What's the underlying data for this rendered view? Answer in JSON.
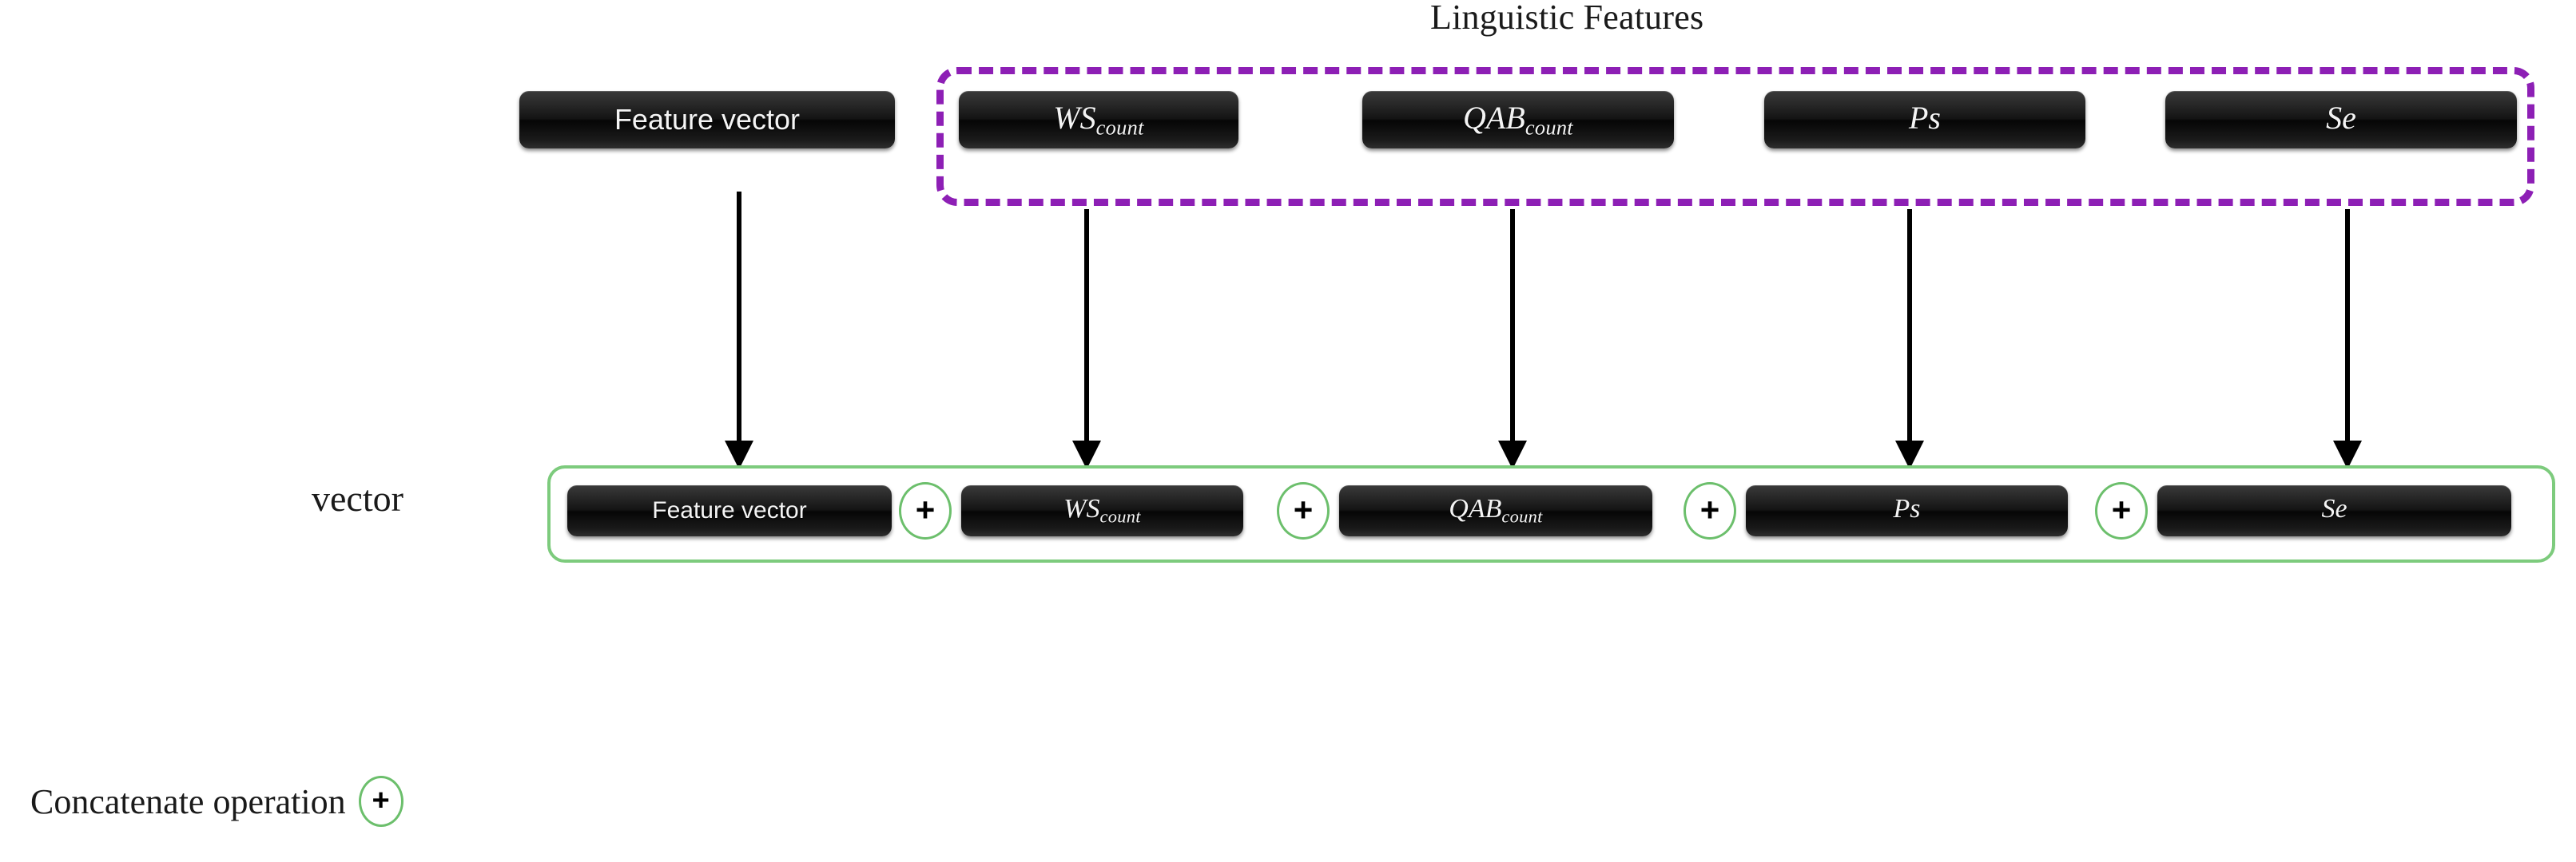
{
  "diagram": {
    "title": "Linguistic Features",
    "row_label": "vector",
    "colors": {
      "group_linguistic_border": "#8d1fb5",
      "group_concat_border": "#7dcb7d",
      "plus_circle_border": "#6cbf6c",
      "box_fill": "#0d0d0d",
      "box_text": "#f4f4f4",
      "text": "#1a1a1a",
      "arrow": "#000000",
      "background": "#ffffff"
    },
    "top_row": {
      "standalone_box": {
        "label": "Feature vector",
        "style": "sans"
      },
      "linguistic_group": {
        "title": "Linguistic Features",
        "boxes": [
          {
            "base": "WS",
            "sub": "count",
            "style": "math"
          },
          {
            "base": "QAB",
            "sub": "count",
            "style": "math"
          },
          {
            "base": "Ps",
            "sub": "",
            "style": "math"
          },
          {
            "base": "Se",
            "sub": "",
            "style": "math"
          }
        ]
      }
    },
    "bottom_row": {
      "label": "vector",
      "operator": "+",
      "boxes": [
        {
          "base": "Feature vector",
          "sub": "",
          "style": "sans"
        },
        {
          "base": "WS",
          "sub": "count",
          "style": "math"
        },
        {
          "base": "QAB",
          "sub": "count",
          "style": "math"
        },
        {
          "base": "Ps",
          "sub": "",
          "style": "math"
        },
        {
          "base": "Se",
          "sub": "",
          "style": "math"
        }
      ]
    },
    "legend": {
      "text": "Concatenate operation",
      "symbol": "+"
    },
    "arrows": {
      "count": 5,
      "direction": "down",
      "description": "vertical arrows from each top box down into the concatenated vector row"
    }
  }
}
